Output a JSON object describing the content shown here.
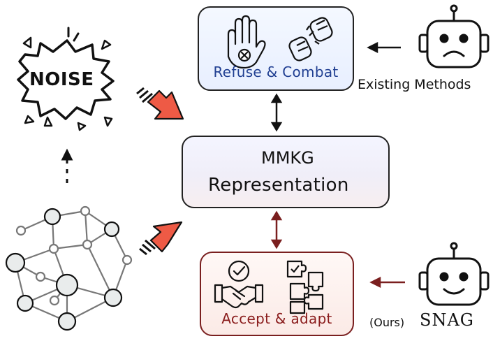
{
  "noise_label": "NOISE",
  "top_box": {
    "label": "Refuse & Combat"
  },
  "center_box": {
    "title": "MMKG",
    "subtitle": "Representation"
  },
  "bottom_box": {
    "label": "Accept & adapt"
  },
  "existing_methods_label": "Existing Methods",
  "ours_label": "(Ours)",
  "snag_label": "SNAG",
  "icons": [
    "noise-burst-icon",
    "hand-stop-icon",
    "fist-bump-icon",
    "sad-robot-icon",
    "gear-network-icon",
    "knowledge-graph-icon",
    "handshake-check-icon",
    "puzzle-icon",
    "happy-robot-icon"
  ],
  "colors": {
    "refuse_text": "#213f92",
    "accept_text": "#8a1c1c",
    "accent_arrow": "#ee5a45",
    "accept_arrow": "#7a1f1f"
  }
}
